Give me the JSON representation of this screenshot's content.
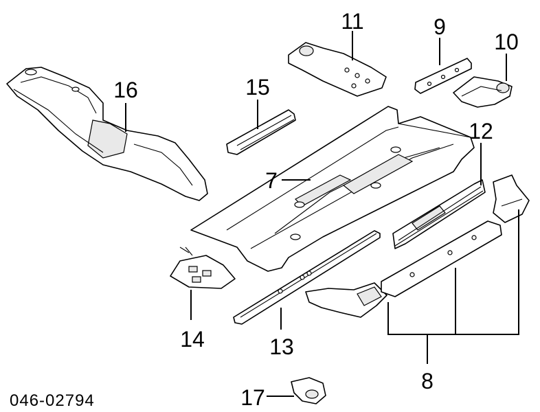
{
  "labels": {
    "p7": "7",
    "p8": "8",
    "p9": "9",
    "p10": "10",
    "p11": "11",
    "p12": "12",
    "p13": "13",
    "p14": "14",
    "p15": "15",
    "p16": "16",
    "p17": "17"
  },
  "diagram_code": "046-02794",
  "colors": {
    "line": "#000000",
    "background": "#ffffff"
  }
}
